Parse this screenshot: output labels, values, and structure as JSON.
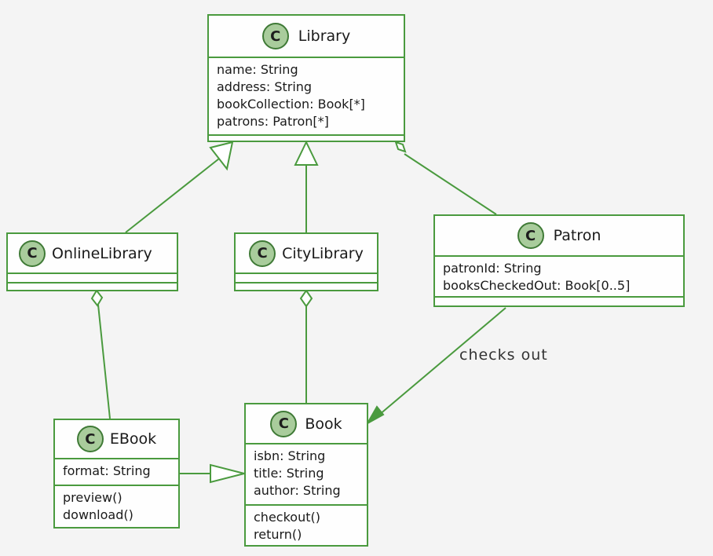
{
  "colors": {
    "border": "#4a9a3e",
    "badge_fill": "#a9cc9c",
    "edge": "#4a9a3e",
    "background": "#f4f4f4"
  },
  "stereotype_glyph": "C",
  "classes": {
    "library": {
      "name": "Library",
      "attributes": [
        "name: String",
        "address: String",
        "bookCollection: Book[*]",
        "patrons: Patron[*]"
      ],
      "methods": []
    },
    "online_library": {
      "name": "OnlineLibrary",
      "attributes": [],
      "methods": []
    },
    "city_library": {
      "name": "CityLibrary",
      "attributes": [],
      "methods": []
    },
    "patron": {
      "name": "Patron",
      "attributes": [
        "patronId: String",
        "booksCheckedOut: Book[0..5]"
      ],
      "methods": []
    },
    "ebook": {
      "name": "EBook",
      "attributes": [
        "format: String"
      ],
      "methods": [
        "preview()",
        "download()"
      ]
    },
    "book": {
      "name": "Book",
      "attributes": [
        "isbn: String",
        "title: String",
        "author: String"
      ],
      "methods": [
        "checkout()",
        "return()"
      ]
    }
  },
  "relations": [
    {
      "from": "OnlineLibrary",
      "to": "Library",
      "kind": "generalization"
    },
    {
      "from": "CityLibrary",
      "to": "Library",
      "kind": "generalization"
    },
    {
      "from": "Library",
      "to": "Patron",
      "kind": "aggregation"
    },
    {
      "from": "OnlineLibrary",
      "to": "EBook",
      "kind": "aggregation"
    },
    {
      "from": "CityLibrary",
      "to": "Book",
      "kind": "aggregation"
    },
    {
      "from": "EBook",
      "to": "Book",
      "kind": "generalization"
    },
    {
      "from": "Patron",
      "to": "Book",
      "kind": "association",
      "label": "checks out"
    }
  ]
}
